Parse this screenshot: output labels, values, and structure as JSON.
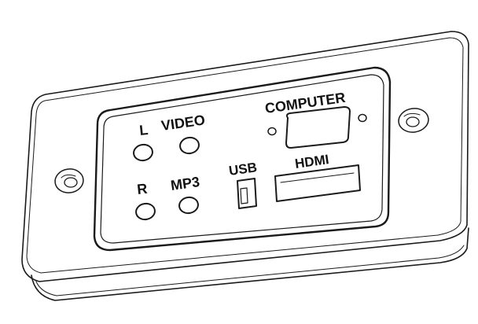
{
  "diagram": {
    "labels": {
      "computer": "COMPUTER",
      "l": "L",
      "video": "VIDEO",
      "usb": "USB",
      "hdmi": "HDMI",
      "r": "R",
      "mp3": "MP3"
    },
    "colors": {
      "line": "#1a1a1a",
      "background": "#ffffff"
    }
  }
}
